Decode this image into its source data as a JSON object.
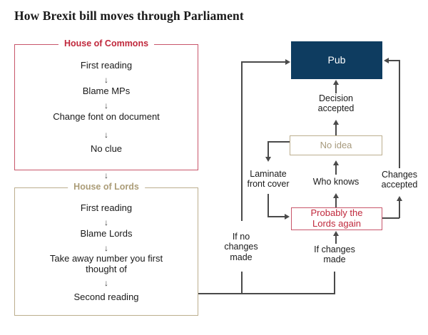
{
  "chart_type": "flow-diagram",
  "title": "How Brexit bill moves through Parliament",
  "colors": {
    "commons_red": "#c0283c",
    "commons_border": "#c8566a",
    "lords_tan": "#ab9c77",
    "lords_border": "#bcae8e",
    "pub_navy": "#0e3c60",
    "connector_gray": "#4a4a4a",
    "text_black": "#1a1a1a",
    "background": "#ffffff"
  },
  "commons": {
    "legend": "House of Commons",
    "steps": [
      "First reading",
      "Blame MPs",
      "Change font on document",
      "No clue"
    ]
  },
  "lords": {
    "legend": "House of Lords",
    "steps": [
      "First reading",
      "Blame Lords",
      "Take away number you first\nthought of",
      "Second reading"
    ]
  },
  "boxes": {
    "pub": "Pub",
    "no_idea": "No idea",
    "lords_again": "Probably the\nLords again"
  },
  "labels": {
    "decision_accepted": "Decision\naccepted",
    "laminate_front_cover": "Laminate\nfront cover",
    "who_knows": "Who knows",
    "changes_accepted": "Changes\naccepted",
    "if_no_changes_made": "If no\nchanges\nmade",
    "if_changes_made": "If changes\nmade"
  },
  "arrow_glyph": "↓"
}
